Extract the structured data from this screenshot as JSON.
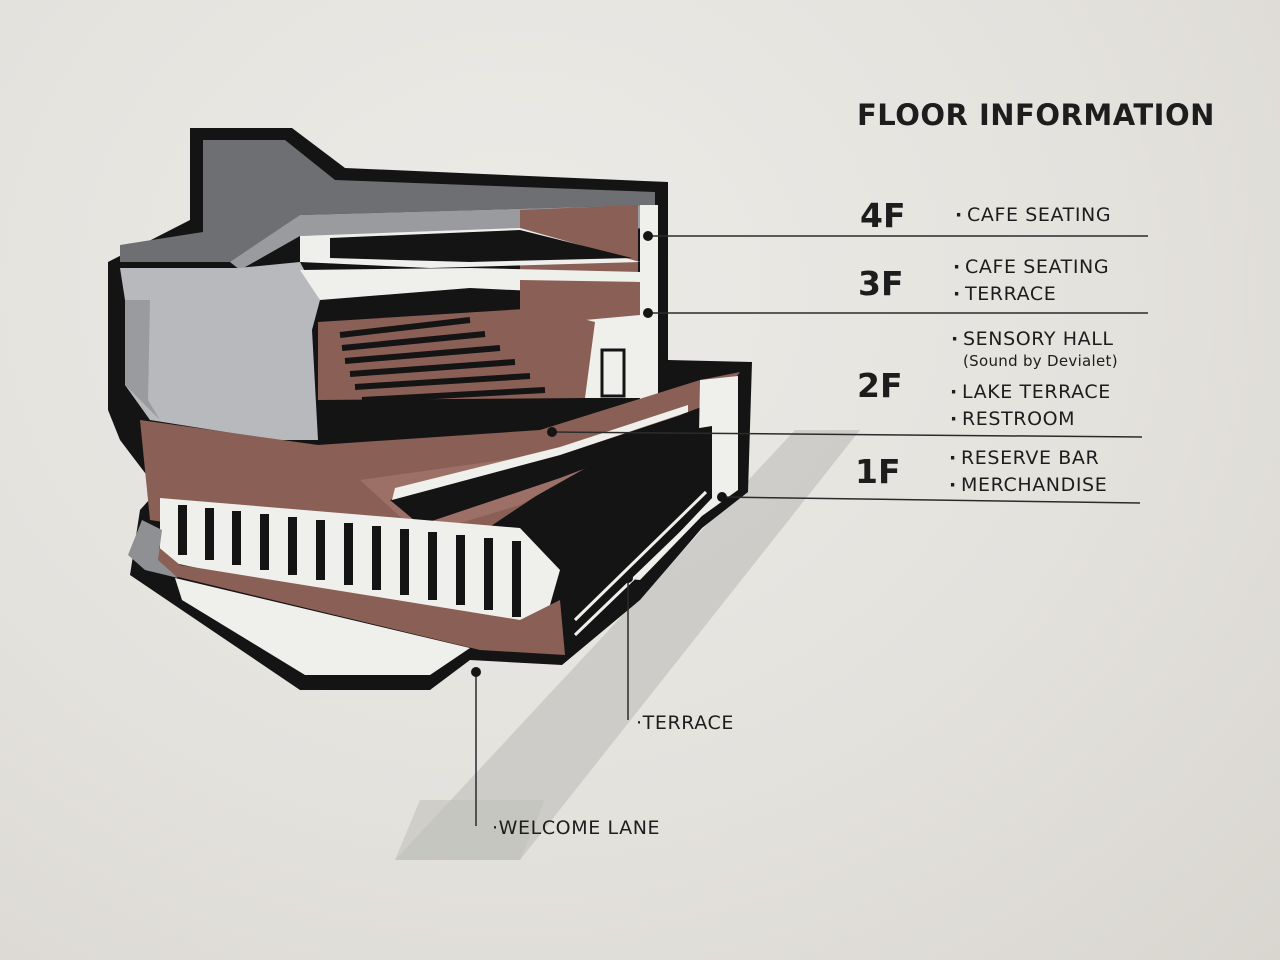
{
  "header": {
    "title": "FLOOR INFORMATION"
  },
  "floors": [
    {
      "label": "4F",
      "items": [
        "CAFE SEATING"
      ]
    },
    {
      "label": "3F",
      "items": [
        "CAFE SEATING",
        "TERRACE"
      ]
    },
    {
      "label": "2F",
      "items": [
        "SENSORY HALL",
        "(Sound by Devialet)",
        "LAKE TERRACE",
        "RESTROOM"
      ]
    },
    {
      "label": "1F",
      "items": [
        "RESERVE BAR",
        "MERCHANDISE"
      ]
    }
  ],
  "bullet": "·",
  "callouts": {
    "terrace": "TERRACE",
    "welcome_lane": "WELCOME LANE"
  },
  "colors": {
    "wall": "#e4e2dd",
    "outline": "#141414",
    "gray_dark": "#6e6f72",
    "gray_mid": "#8f9094",
    "gray_light": "#b7b9bd",
    "brown": "#8a5f56",
    "brown_light": "#9d7067",
    "white": "#efefec",
    "shadow": "#c7c6c3"
  }
}
